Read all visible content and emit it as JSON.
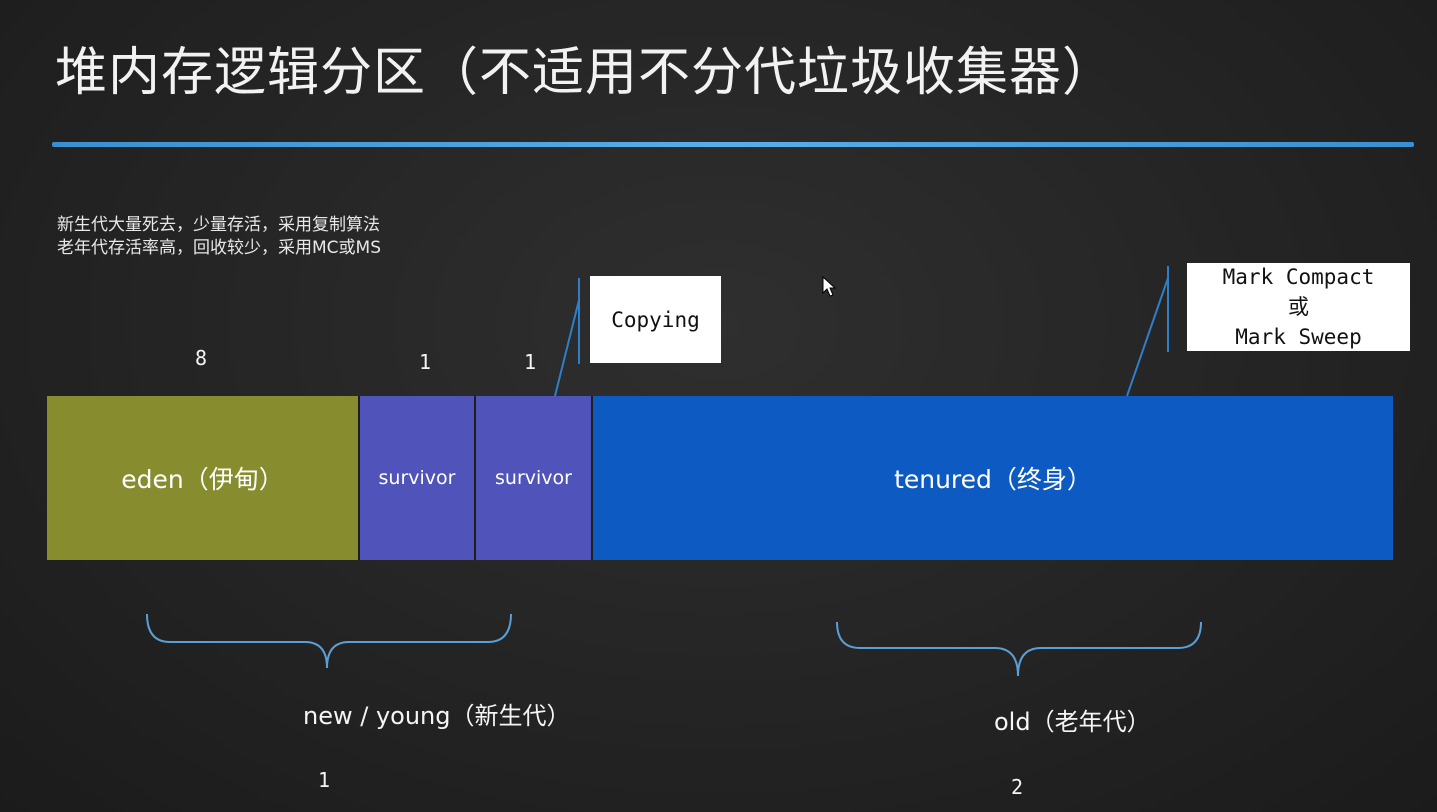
{
  "title": "堆内存逻辑分区（不适用不分代垃圾收集器）",
  "notes": [
    "新生代大量死去，少量存活，采用复制算法",
    "老年代存活率高，回收较少，采用MC或MS"
  ],
  "ratios": {
    "eden": "8",
    "survivor1": "1",
    "survivor2": "1"
  },
  "segments": {
    "eden": "eden（伊甸）",
    "survivor1": "survivor",
    "survivor2": "survivor",
    "tenured": "tenured（终身）"
  },
  "callouts": {
    "copying": "Copying",
    "mark_line1": "Mark Compact",
    "mark_line2": "或",
    "mark_line3": "Mark Sweep"
  },
  "groups": {
    "young_label": "new / young（新生代）",
    "young_ratio": "1",
    "old_label": "old（老年代）",
    "old_ratio": "2"
  },
  "colors": {
    "eden": "#878d2e",
    "survivor": "#5054ba",
    "tenured": "#0d5ac2",
    "title_rule": "#4aa3e0",
    "connector": "#2f7fc8",
    "brace": "#5a9fd6"
  }
}
